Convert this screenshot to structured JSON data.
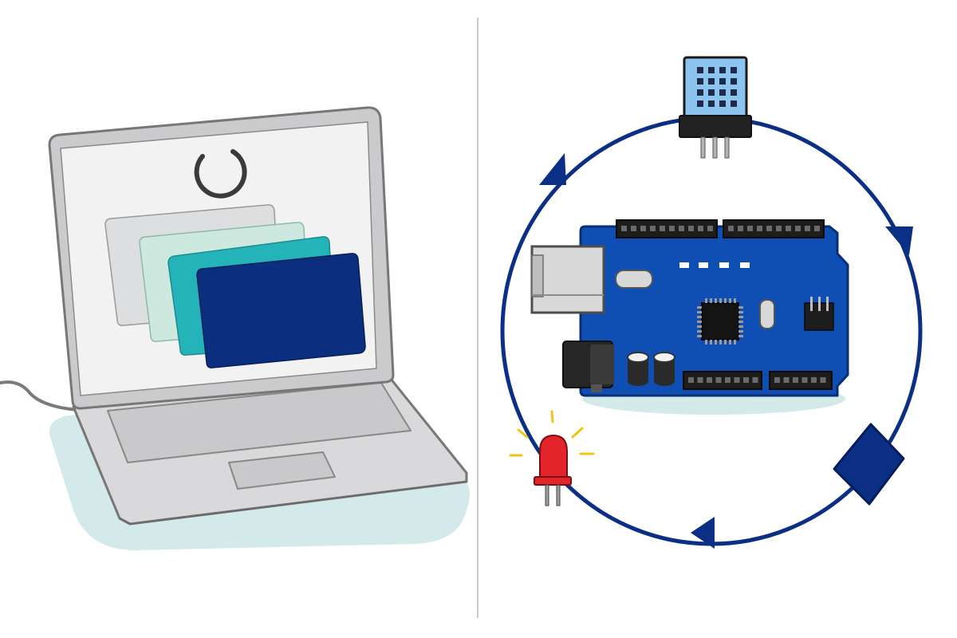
{
  "scene": {
    "left_panel": {
      "subject": "laptop",
      "screen_content": [
        "loading-spinner",
        "stacked-cards"
      ],
      "card_colors": [
        "#dddee0",
        "#cde9df",
        "#24b3b8",
        "#0b2e7e"
      ],
      "cable": true
    },
    "right_panel": {
      "subject": "microcontroller-loop",
      "loop_color": "#0c2f86",
      "loop_direction": "clockwise",
      "components": [
        "temperature-humidity-sensor",
        "development-board",
        "actuator-diamond",
        "red-led"
      ]
    },
    "colors": {
      "divider": "#c9c9c9",
      "laptop_body": "#d9d9db",
      "laptop_outline": "#777777",
      "board": "#0f4fb3",
      "sensor": "#8cc3ef",
      "led": "#e3242b",
      "shadow": "#d3e9ea"
    }
  }
}
